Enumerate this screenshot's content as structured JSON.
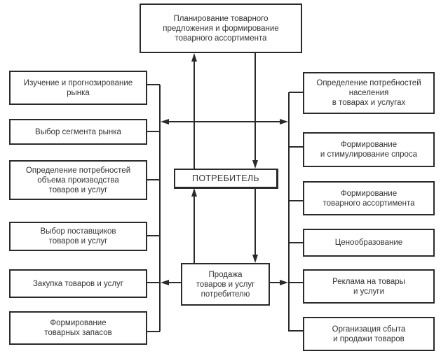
{
  "top": {
    "label": "Планирование товарного предложения и формирование товарного ассортимента",
    "lines": [
      "Планирование товарного",
      "предложения и формирование",
      "товарного ассортимента"
    ]
  },
  "center": {
    "consumer": "ПОТРЕБИТЕЛЬ",
    "sales_lines": [
      "Продажа",
      "товаров и услуг",
      "потребителю"
    ]
  },
  "left": [
    {
      "lines": [
        "Изучение и прогнозирование",
        "рынка"
      ]
    },
    {
      "lines": [
        "Выбор сегмента рынка"
      ]
    },
    {
      "lines": [
        "Определение потребностей",
        "объема производства",
        "товаров и услуг"
      ]
    },
    {
      "lines": [
        "Выбор поставщиков",
        "товаров и услуг"
      ]
    },
    {
      "lines": [
        "Закупка товаров и услуг"
      ]
    },
    {
      "lines": [
        "Формирование",
        "товарных запасов"
      ]
    }
  ],
  "right": [
    {
      "lines": [
        "Определение потребностей",
        "населения",
        "в товарах и услугах"
      ]
    },
    {
      "lines": [
        "Формирование",
        "и стимулирование спроса"
      ]
    },
    {
      "lines": [
        "Формирование",
        "товарного ассортимента"
      ]
    },
    {
      "lines": [
        "Ценообразование"
      ]
    },
    {
      "lines": [
        "Реклама на товары",
        "и услуги"
      ]
    },
    {
      "lines": [
        "Организация сбыта",
        "и продажи товаров"
      ]
    }
  ],
  "colors": {
    "line": "#2a2a2a",
    "text": "#333333",
    "background": "#ffffff"
  }
}
